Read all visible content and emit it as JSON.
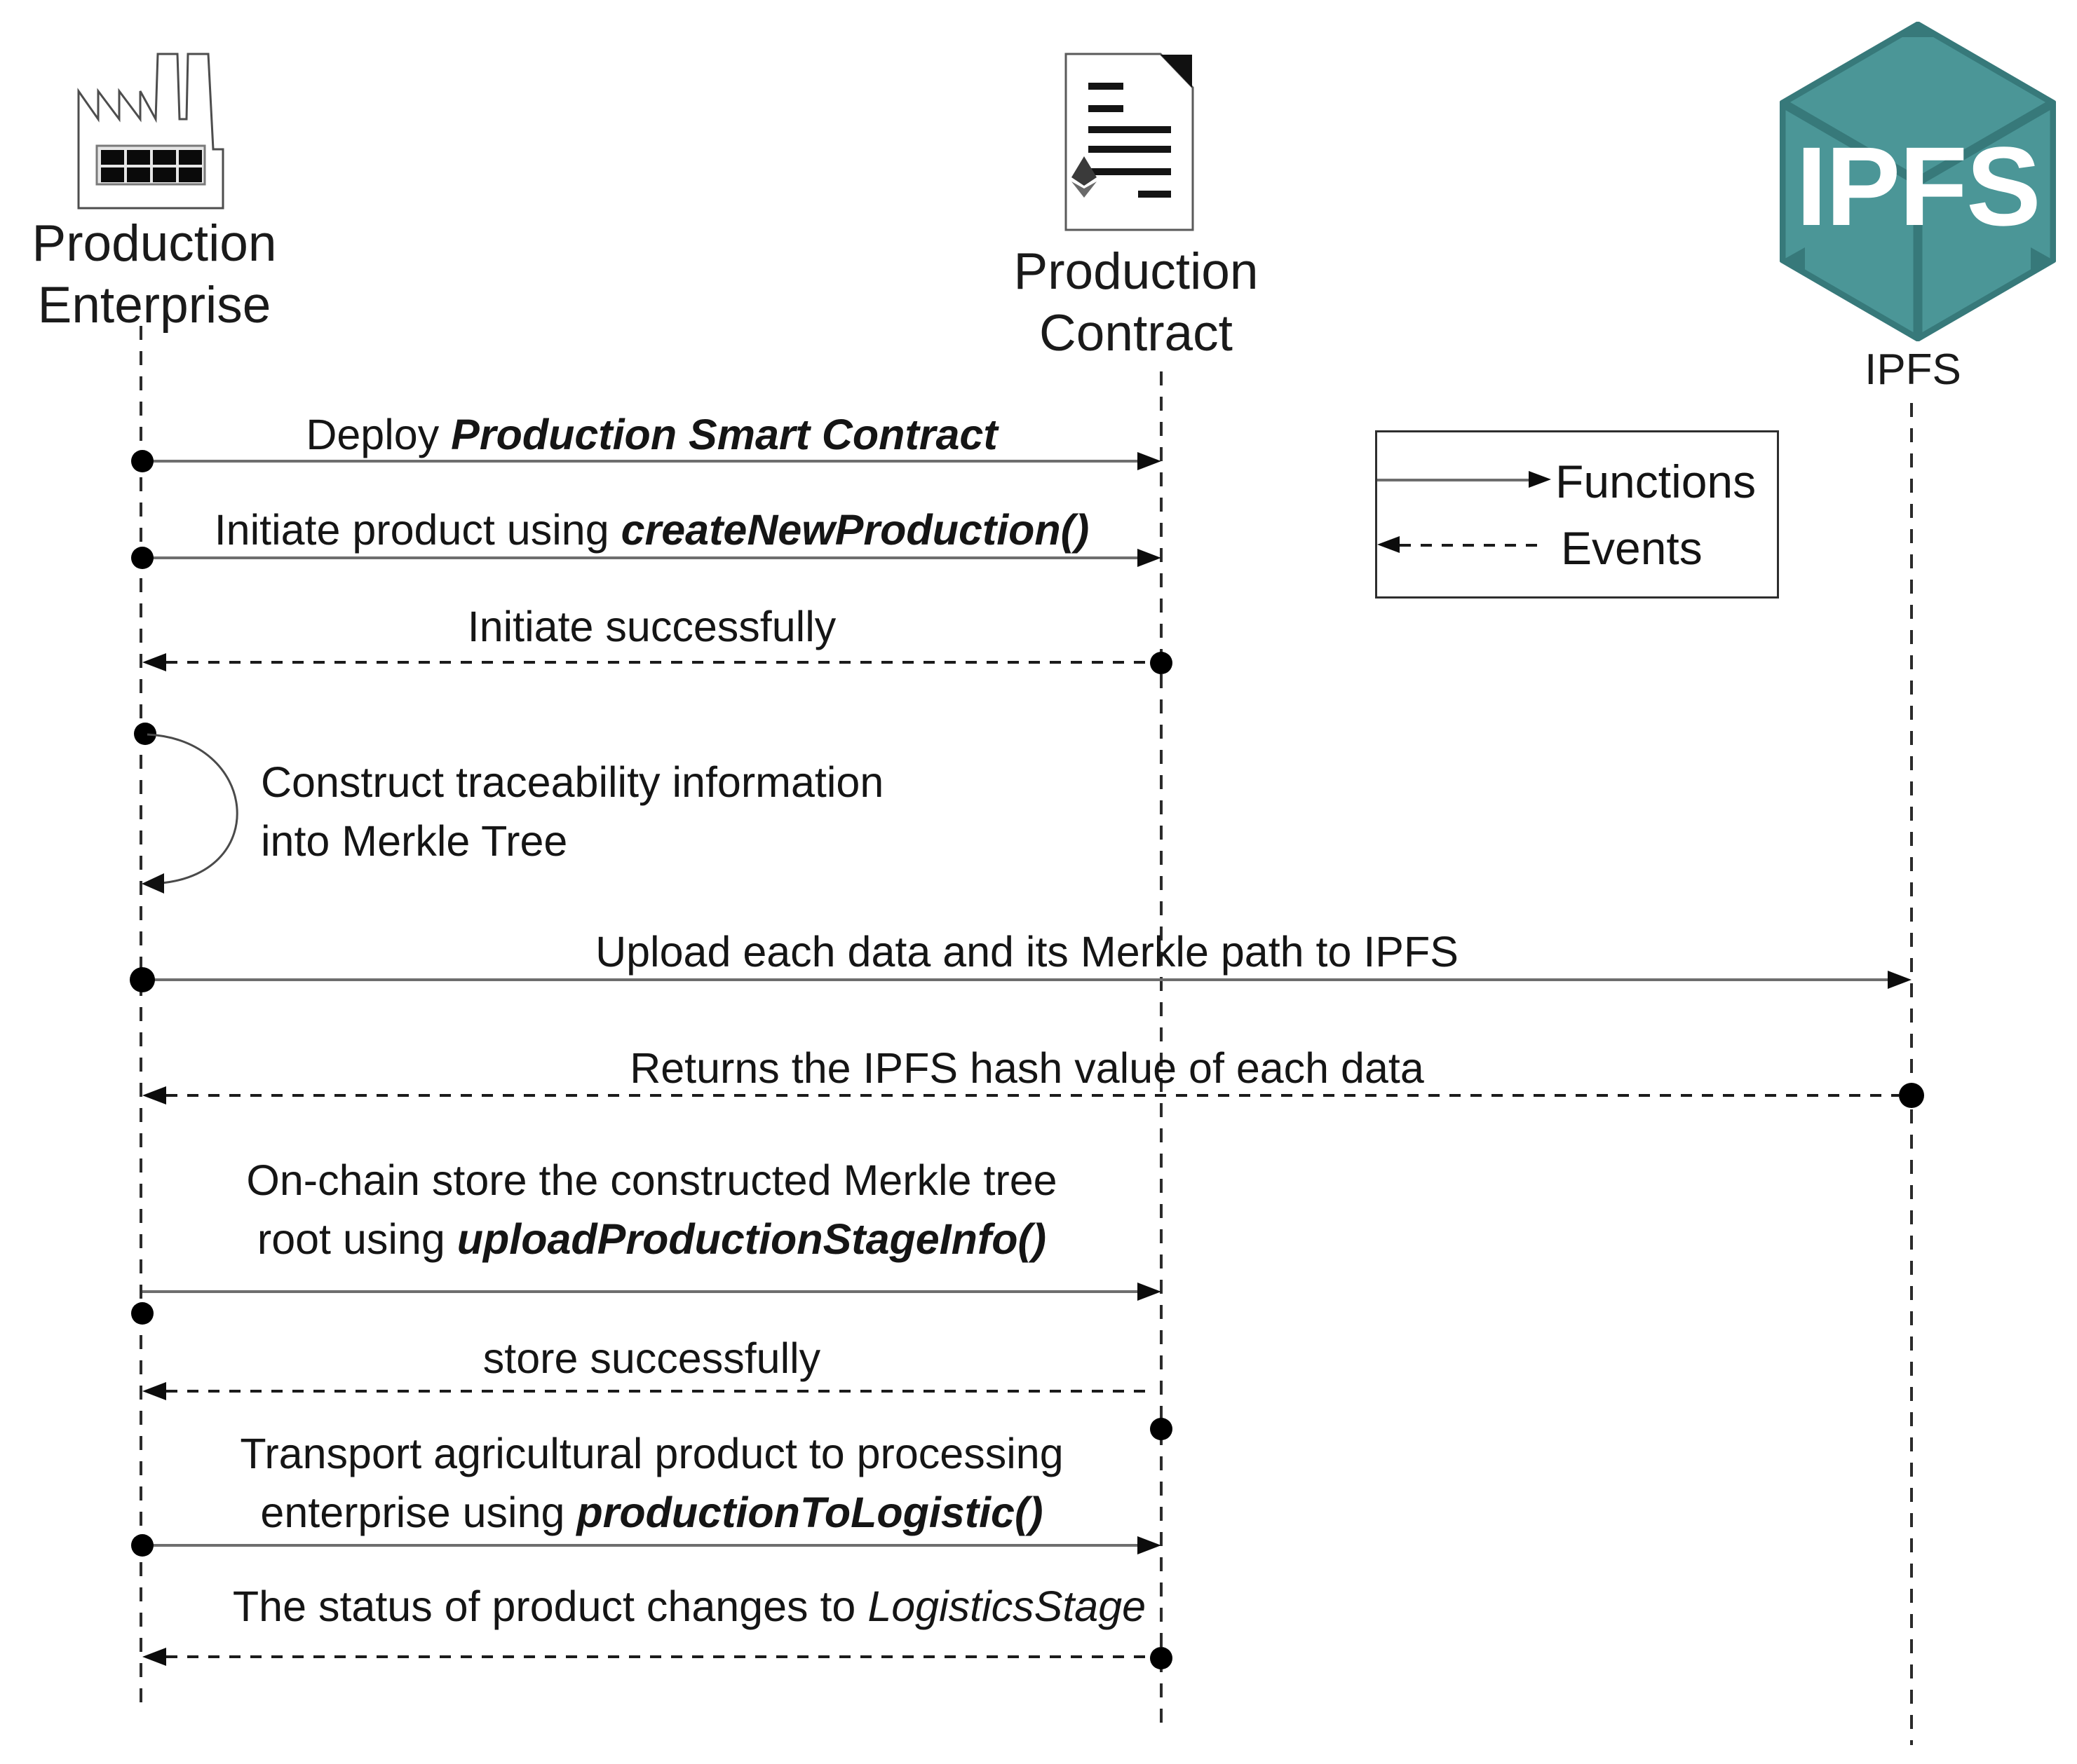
{
  "diagram_type": "sequence-diagram",
  "actors": {
    "enterprise": {
      "name": "Production Enterprise",
      "icon": "factory-icon",
      "label_line1": "Production",
      "label_line2": "Enterprise"
    },
    "contract": {
      "name": "Production Contract",
      "icon": "smart-contract-document-icon",
      "label_line1": "Production",
      "label_line2": "Contract"
    },
    "ipfs": {
      "name": "IPFS",
      "icon": "ipfs-cube-icon",
      "logo_text": "IPFS",
      "label": "IPFS"
    }
  },
  "legend": {
    "functions_label": "Functions",
    "events_label": "Events"
  },
  "messages": {
    "deploy": {
      "kind": "function",
      "from": "Production Enterprise",
      "to": "Production Contract",
      "plain": "Deploy ",
      "emph": "Production Smart Contract"
    },
    "initiate": {
      "kind": "function",
      "from": "Production Enterprise",
      "to": "Production Contract",
      "plain": "Initiate product using ",
      "emph": "createNewProduction()"
    },
    "initiate_ok": {
      "kind": "event",
      "from": "Production Contract",
      "to": "Production Enterprise",
      "text": "Initiate successfully"
    },
    "construct": {
      "kind": "self",
      "on": "Production Enterprise",
      "line1": "Construct traceability information",
      "line2": "into Merkle Tree"
    },
    "upload": {
      "kind": "function",
      "from": "Production Enterprise",
      "to": "IPFS",
      "text": "Upload each data and its Merkle path to IPFS"
    },
    "returns": {
      "kind": "event",
      "from": "IPFS",
      "to": "Production Enterprise",
      "text": "Returns the IPFS hash value of each data"
    },
    "store": {
      "kind": "function",
      "from": "Production Enterprise",
      "to": "Production Contract",
      "line1": "On-chain store the constructed Merkle tree",
      "line2_plain": "root using ",
      "line2_emph": "uploadProductionStageInfo()"
    },
    "store_ok": {
      "kind": "event",
      "from": "Production Contract",
      "to": "Production Enterprise",
      "text": "store successfully"
    },
    "transport": {
      "kind": "function",
      "from": "Production Enterprise",
      "to": "Production Contract",
      "line1": "Transport agricultural product to processing",
      "line2_plain": "enterprise using ",
      "line2_emph": "productionToLogistic()"
    },
    "status": {
      "kind": "event",
      "from": "Production Contract",
      "to": "Production Enterprise",
      "plain": "The status of product changes to ",
      "emph_italic": "LogisticsStage"
    }
  },
  "colors": {
    "ipfs_teal": "#4B9697",
    "ipfs_teal_dark": "#37797A",
    "solid_line_gray": "#6E6E6E",
    "dashed_line_black": "#1B1B1B",
    "text": "#141414"
  }
}
